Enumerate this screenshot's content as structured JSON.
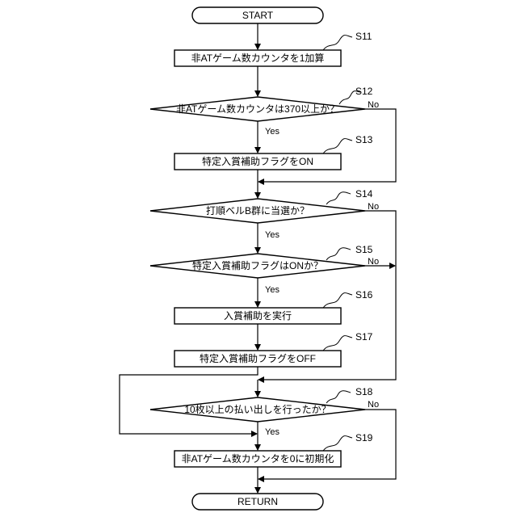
{
  "terminals": {
    "start": "START",
    "end": "RETURN"
  },
  "steps": {
    "s11": {
      "id": "S11",
      "text": "非ATゲーム数カウンタを1加算"
    },
    "s12": {
      "id": "S12",
      "text": "非ATゲーム数カウンタは370以上か？",
      "yes": "Yes",
      "no": "No"
    },
    "s13": {
      "id": "S13",
      "text": "特定入賞補助フラグをON"
    },
    "s14": {
      "id": "S14",
      "text": "打順ベルB群に当選か？",
      "yes": "Yes",
      "no": "No"
    },
    "s15": {
      "id": "S15",
      "text": "特定入賞補助フラグはONか？",
      "yes": "Yes",
      "no": "No"
    },
    "s16": {
      "id": "S16",
      "text": "入賞補助を実行"
    },
    "s17": {
      "id": "S17",
      "text": "特定入賞補助フラグをOFF"
    },
    "s18": {
      "id": "S18",
      "text": "10枚以上の払い出しを行ったか？",
      "yes": "Yes",
      "no": "No"
    },
    "s19": {
      "id": "S19",
      "text": "非ATゲーム数カウンタを0に初期化"
    }
  }
}
